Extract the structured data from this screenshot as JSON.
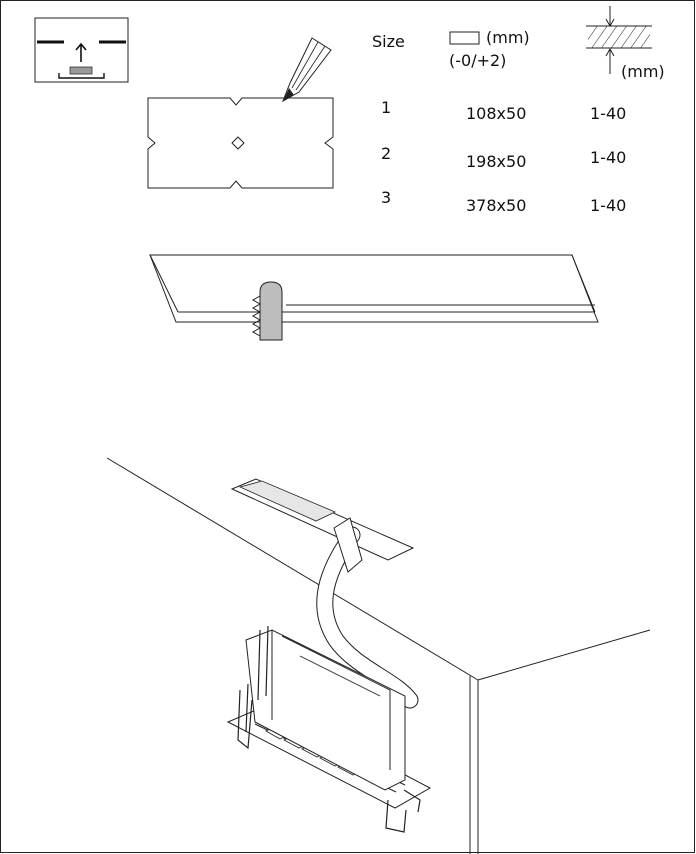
{
  "table": {
    "col_size": "Size",
    "col_dim_unit": "(mm)",
    "col_tolerance": "(-0/+2)",
    "col_thickness_unit": "(mm)",
    "rows": [
      {
        "size": "1",
        "cutout": "108x50",
        "thickness": "1-40"
      },
      {
        "size": "2",
        "cutout": "198x50",
        "thickness": "1-40"
      },
      {
        "size": "3",
        "cutout": "378x50",
        "thickness": "1-40"
      }
    ]
  },
  "icons": {
    "mount": "recessed-mount-icon",
    "cutout_symbol": "rectangle-cutout-icon",
    "thickness_symbol": "ceiling-thickness-icon",
    "pencil": "pencil-icon",
    "saw": "jigsaw-blade-icon"
  }
}
